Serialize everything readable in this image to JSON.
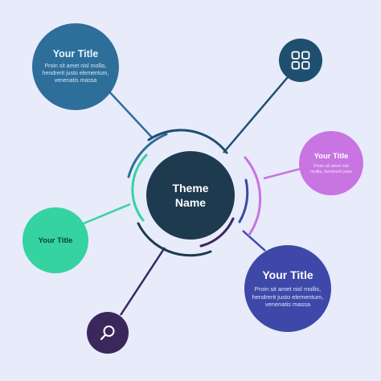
{
  "center": {
    "title_line1": "Theme",
    "title_line2": "Name"
  },
  "nodes": {
    "top_left": {
      "title": "Your Title",
      "body": "Proin sit amet nisl mollis, hendrerit justo elementum, venenatis massa"
    },
    "right": {
      "title": "Your Title",
      "body": "Proin sit amet nisl mollis, hendrerit justo"
    },
    "left": {
      "title": "Your Title"
    },
    "bottom_right": {
      "title": "Your Title",
      "body": "Proin sit amet nisl mollis, hendrerit justo elementum, venenatis massa"
    }
  },
  "icons": {
    "top_right": "grid-icon",
    "bottom_left": "search-icon"
  },
  "colors": {
    "background": "#e8ebfa",
    "center": "#1d3a4f",
    "top_left": "#2e6e9b",
    "top_right": "#1f4f6f",
    "right": "#c874e2",
    "left": "#35d3a0",
    "bottom_right": "#3d48a8",
    "bottom_left": "#3a275c"
  }
}
